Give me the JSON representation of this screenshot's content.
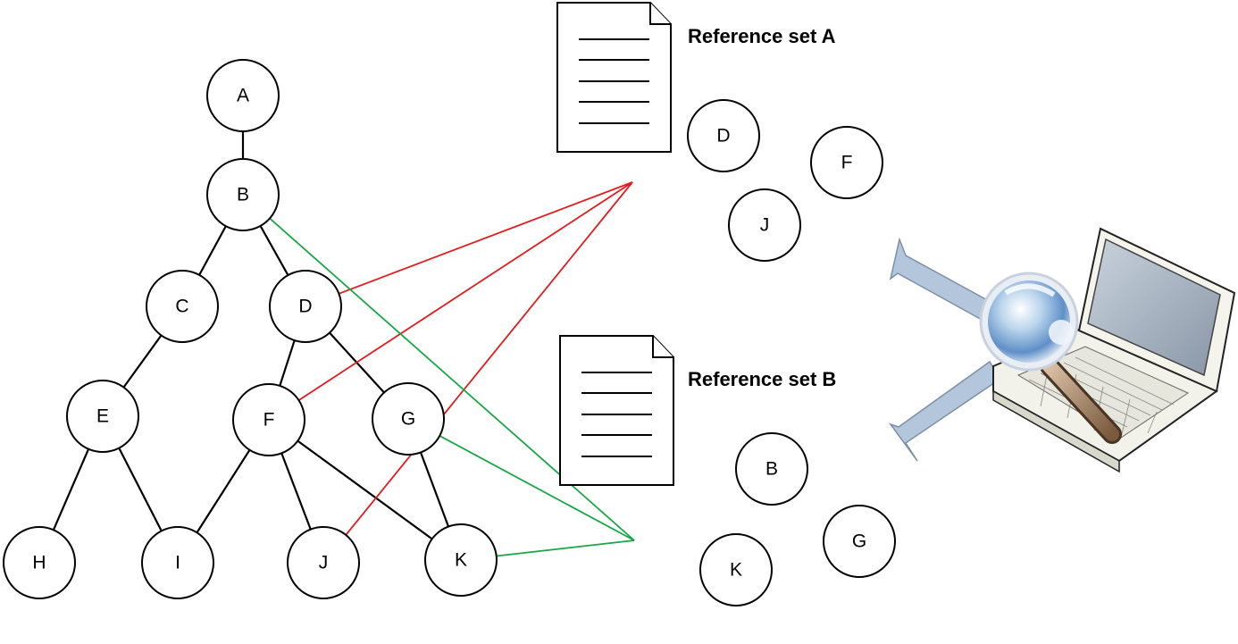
{
  "colors": {
    "set_a_links": "#e41a1c",
    "set_b_links": "#17a745",
    "node_stroke": "#000000",
    "arrow_fill": "#b4c6dc",
    "laptop_body": "#f2f2ea",
    "laptop_screen": "#9aa8b8"
  },
  "tree": {
    "nodes": [
      {
        "id": "A",
        "label": "A"
      },
      {
        "id": "B",
        "label": "B"
      },
      {
        "id": "C",
        "label": "C"
      },
      {
        "id": "D",
        "label": "D"
      },
      {
        "id": "E",
        "label": "E"
      },
      {
        "id": "F",
        "label": "F"
      },
      {
        "id": "G",
        "label": "G"
      },
      {
        "id": "H",
        "label": "H"
      },
      {
        "id": "I",
        "label": "I"
      },
      {
        "id": "J",
        "label": "J"
      },
      {
        "id": "K",
        "label": "K"
      }
    ],
    "edges": [
      [
        "A",
        "B"
      ],
      [
        "B",
        "C"
      ],
      [
        "B",
        "D"
      ],
      [
        "C",
        "E"
      ],
      [
        "D",
        "F"
      ],
      [
        "D",
        "G"
      ],
      [
        "E",
        "H"
      ],
      [
        "E",
        "I"
      ],
      [
        "F",
        "I"
      ],
      [
        "F",
        "J"
      ],
      [
        "F",
        "K"
      ],
      [
        "G",
        "K"
      ]
    ]
  },
  "reference_sets": [
    {
      "id": "A",
      "title": "Reference set A",
      "nodes": [
        {
          "label": "D"
        },
        {
          "label": "F"
        },
        {
          "label": "J"
        }
      ],
      "links_to": [
        "D",
        "F",
        "J"
      ]
    },
    {
      "id": "B",
      "title": "Reference set B",
      "nodes": [
        {
          "label": "B"
        },
        {
          "label": "G"
        },
        {
          "label": "K"
        }
      ],
      "links_to": [
        "B",
        "G",
        "K"
      ]
    }
  ],
  "icons": {
    "document": "document-icon",
    "laptop": "laptop-icon",
    "magnifier": "magnifying-glass-icon",
    "arrow": "arrow-left-icon"
  }
}
